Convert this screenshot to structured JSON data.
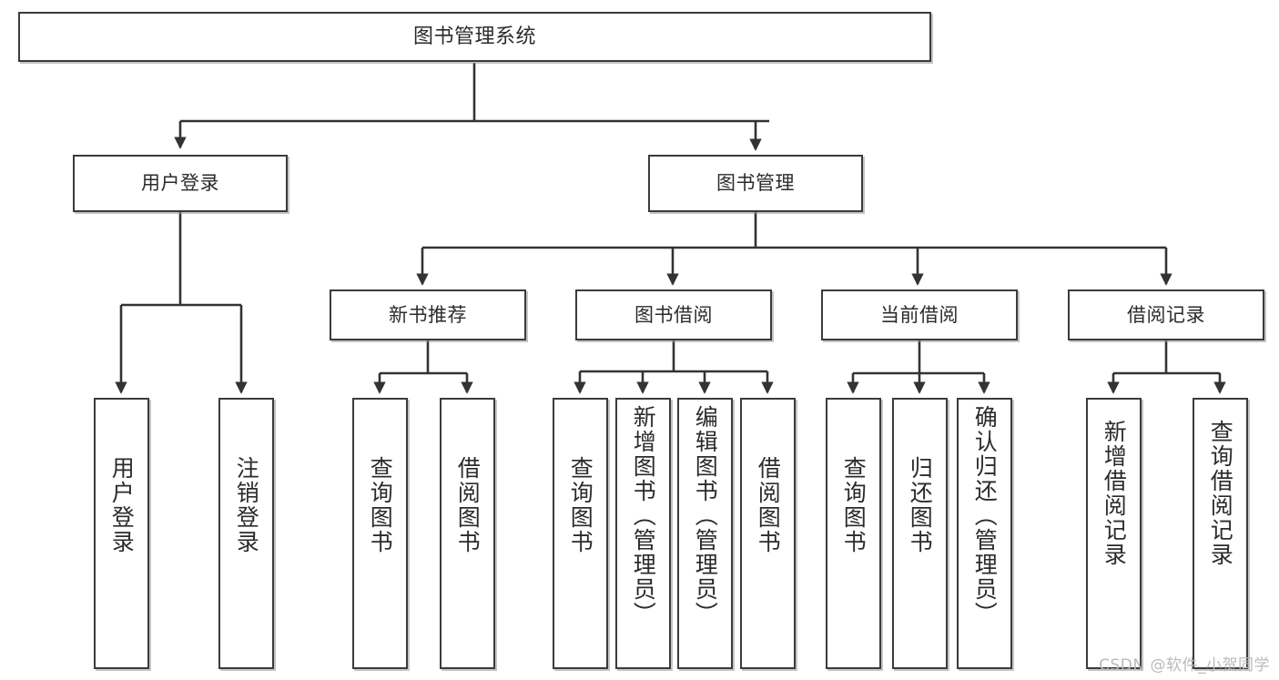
{
  "diagram": {
    "title": "图书管理系统",
    "type": "tree",
    "watermark": "CSDN @软件_小贺同学",
    "colors": {
      "box_border": "#3b3b3b",
      "box_fill": "#ffffff",
      "wire": "#333333",
      "text": "#2b2b2b",
      "watermark": "#b9b9b9"
    },
    "nodes": {
      "root": {
        "label": "图书管理系统"
      },
      "level1": [
        {
          "id": "user-login",
          "label": "用户登录"
        },
        {
          "id": "book-manage",
          "label": "图书管理"
        }
      ],
      "level2": [
        {
          "id": "new-book-recommend",
          "label": "新书推荐"
        },
        {
          "id": "book-borrow",
          "label": "图书借阅"
        },
        {
          "id": "current-borrow",
          "label": "当前借阅"
        },
        {
          "id": "borrow-record",
          "label": "借阅记录"
        }
      ],
      "leaves": {
        "user-login": [
          {
            "id": "leaf-user-login",
            "label": "用户登录"
          },
          {
            "id": "leaf-logout-login",
            "label": "注销登录"
          }
        ],
        "new-book-recommend": [
          {
            "id": "leaf-query-book-1",
            "label": "查询图书"
          },
          {
            "id": "leaf-borrow-book-1",
            "label": "借阅图书"
          }
        ],
        "book-borrow": [
          {
            "id": "leaf-query-book-2",
            "label": "查询图书"
          },
          {
            "id": "leaf-add-book",
            "label": "新增图书（管理员）"
          },
          {
            "id": "leaf-edit-book",
            "label": "编辑图书（管理员）"
          },
          {
            "id": "leaf-borrow-book-2",
            "label": "借阅图书"
          }
        ],
        "current-borrow": [
          {
            "id": "leaf-query-book-3",
            "label": "查询图书"
          },
          {
            "id": "leaf-return-book",
            "label": "归还图书"
          },
          {
            "id": "leaf-confirm-return",
            "label": "确认归还（管理员）"
          }
        ],
        "borrow-record": [
          {
            "id": "leaf-add-record",
            "label": "新增借阅记录"
          },
          {
            "id": "leaf-query-record",
            "label": "查询借阅记录"
          }
        ]
      }
    }
  }
}
